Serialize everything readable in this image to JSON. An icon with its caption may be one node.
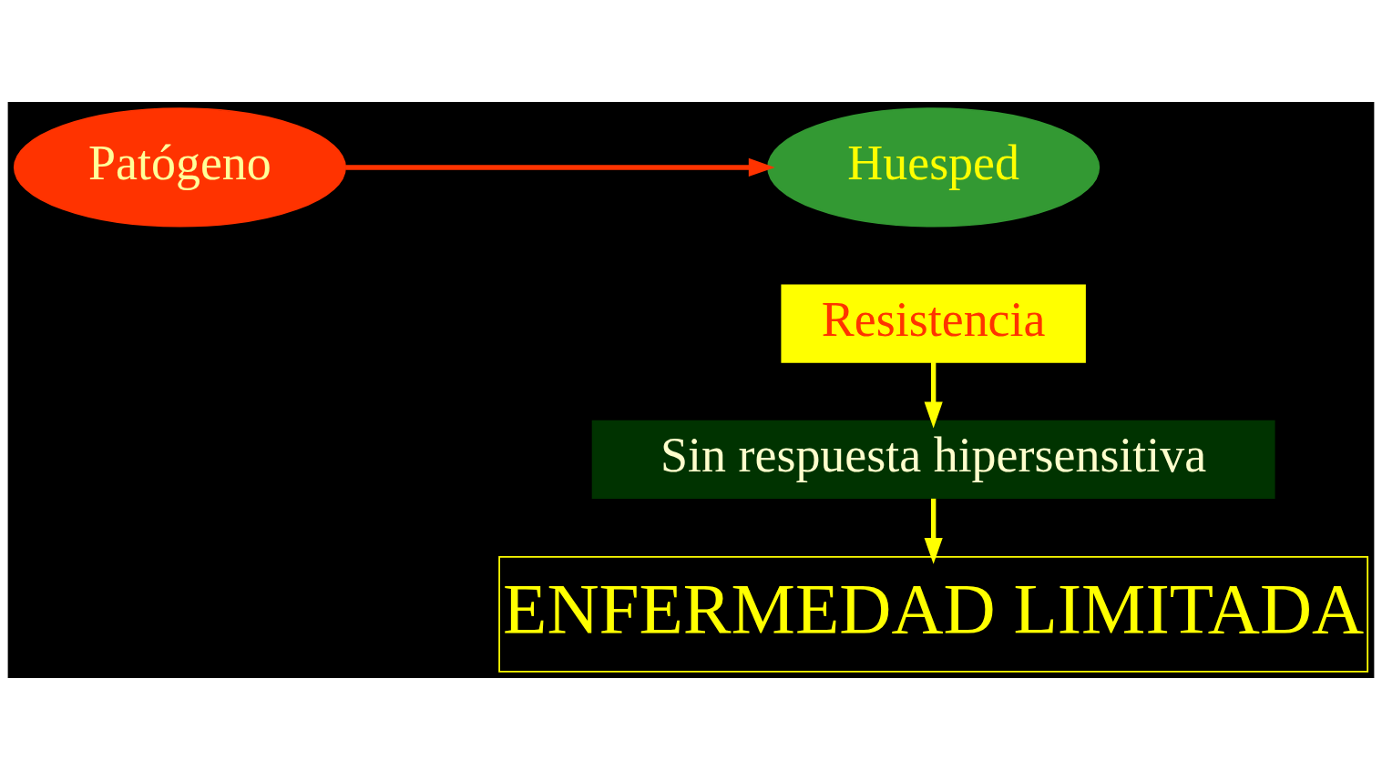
{
  "diagram": {
    "nodes": [
      {
        "text": [
          "Patógeno"
        ]
      },
      {
        "text": [
          "Huesped"
        ]
      },
      {
        "text": [
          "Resistencia"
        ]
      },
      {
        "text": [
          "Sin respuesta hipersensitiva"
        ]
      },
      {
        "text": [
          "ENFERMEDAD LIMITADA"
        ]
      }
    ],
    "edges": [
      {
        "from": 0,
        "to": 1,
        "arrow": "to",
        "color": "#ff3300"
      },
      {
        "from": 2,
        "to": 3,
        "arrow": "to"
      },
      {
        "from": 3,
        "to": 4,
        "arrow": "to"
      }
    ]
  }
}
